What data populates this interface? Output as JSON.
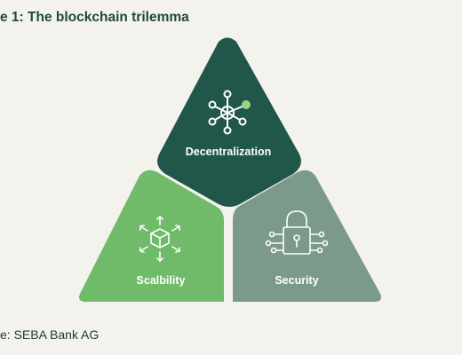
{
  "figure": {
    "title": "e 1: The blockchain trilemma",
    "source": "e: SEBA Bank AG"
  },
  "segments": {
    "top": {
      "label": "Decentralization",
      "icon": "network-node-icon",
      "color": "#21564a",
      "accent": "#9fd27f"
    },
    "left": {
      "label": "Scalbility",
      "icon": "cube-expand-icon",
      "color": "#6fbb6a"
    },
    "right": {
      "label": "Security",
      "icon": "padlock-circuit-icon",
      "color": "#7c9a89"
    }
  }
}
